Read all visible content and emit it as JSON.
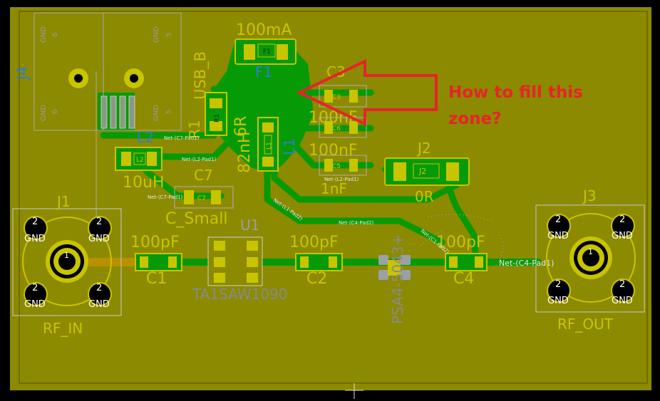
{
  "colors": {
    "background": "#000000",
    "board_fill": "#8c8a00",
    "trace": "#079a07",
    "silk": "#c8c400",
    "pad": "#c8c400",
    "annotation": "#e8232a",
    "fab_text": "#9c9c9c",
    "ref_blue": "#2a7fd0"
  },
  "annotation": {
    "line1": "How to fill this",
    "line2": "zone?"
  },
  "connector_labels": {
    "j1_ref": "J1",
    "j1_name": "RF_IN",
    "j3_ref": "J3",
    "j3_name": "RF_OUT",
    "j4_ref": "J4",
    "j4_name": "USB_B",
    "j2_ref": "J2",
    "j2_value": "0R",
    "pin2": "2",
    "pin1": "1",
    "pin5": "5",
    "pin6": "6",
    "gnd": "GND"
  },
  "components": {
    "f1_value": "100mA",
    "f1_ref": "F1",
    "c3_ref": "C3",
    "c3_value": "100nF",
    "c6_value": "100nF",
    "c5_value": "1nF",
    "r1_ref": "R1",
    "r1_value": "6R",
    "l1_value": "82nH",
    "l1_ref": "L1",
    "l2_ref": "L2",
    "l2_value": "10uH",
    "c7_ref": "C7",
    "c7_value": "C_Small",
    "c1_value": "100pF",
    "c1_ref": "C1",
    "c2_value": "100pF",
    "c2_ref": "C2",
    "c4_value": "100pF",
    "c4_ref": "C4",
    "u1_ref": "U1",
    "saw_value": "TA1SAW1090",
    "amp_value": "PSA4-5043+",
    "r1_pad_label": "R1",
    "l1_pad_label": "L1",
    "c3_pad_label": "C3",
    "c6_pad_label": "C6",
    "c5_pad_label": "C5",
    "l2_pad_label": "L2",
    "c7_pad_label": "C7",
    "j2_pad_label": "J2",
    "f1_pad_label": "F1"
  },
  "nets": {
    "c7_pad1": "Net-(C7-Pad1)",
    "l2_pad1": "Net-(L2-Pad1)",
    "c7_pad1_b": "Net-(C7-Pad1)",
    "l2_pad1_b": "Net-(L2-Pad1)",
    "c4_pad2": "Net-(C4-Pad2)",
    "c4_pad1": "Net-(C4-Pad1)",
    "l1_pad2": "Net-(L1-Pad2)",
    "c1_pad2": "Net-(C1-Pad2)"
  }
}
